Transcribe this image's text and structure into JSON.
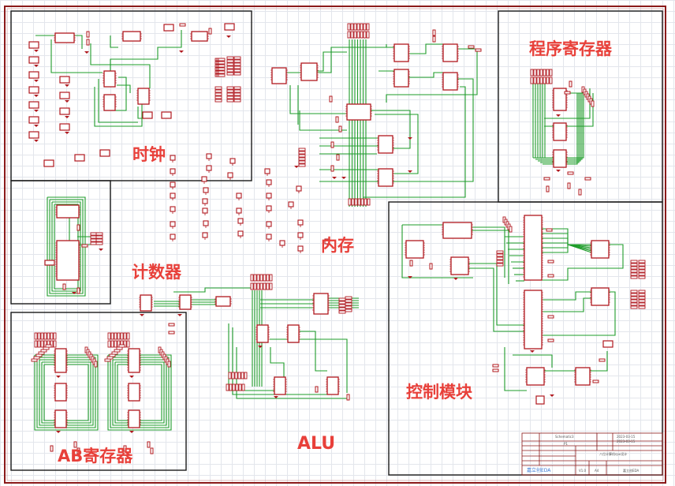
{
  "app": {
    "kind": "schematic-editor-canvas"
  },
  "colors": {
    "sheet_border": "#8b1a1a",
    "module_frame": "#1a1a1a",
    "wire": "#1e9c2a",
    "component": "#b0181e",
    "label": "#e8403a",
    "grid": "#e3e6ec"
  },
  "modules": [
    {
      "id": "clock",
      "label": "时钟"
    },
    {
      "id": "program-register",
      "label": "程序寄存器"
    },
    {
      "id": "counter",
      "label": "计数器"
    },
    {
      "id": "memory",
      "label": "内存"
    },
    {
      "id": "control",
      "label": "控制模块"
    },
    {
      "id": "ab-register",
      "label": "AB寄存器"
    },
    {
      "id": "alu",
      "label": "ALU"
    }
  ],
  "title_block": {
    "sheet_name": "Schematic3",
    "page": "P1",
    "title": "八位计算机cpu设计",
    "logo": "嘉立创EDA",
    "version": "V1.0",
    "size": "A4",
    "company": "嘉立创EDA",
    "date1": "2023-03-15",
    "date2": "2023-03-15"
  }
}
